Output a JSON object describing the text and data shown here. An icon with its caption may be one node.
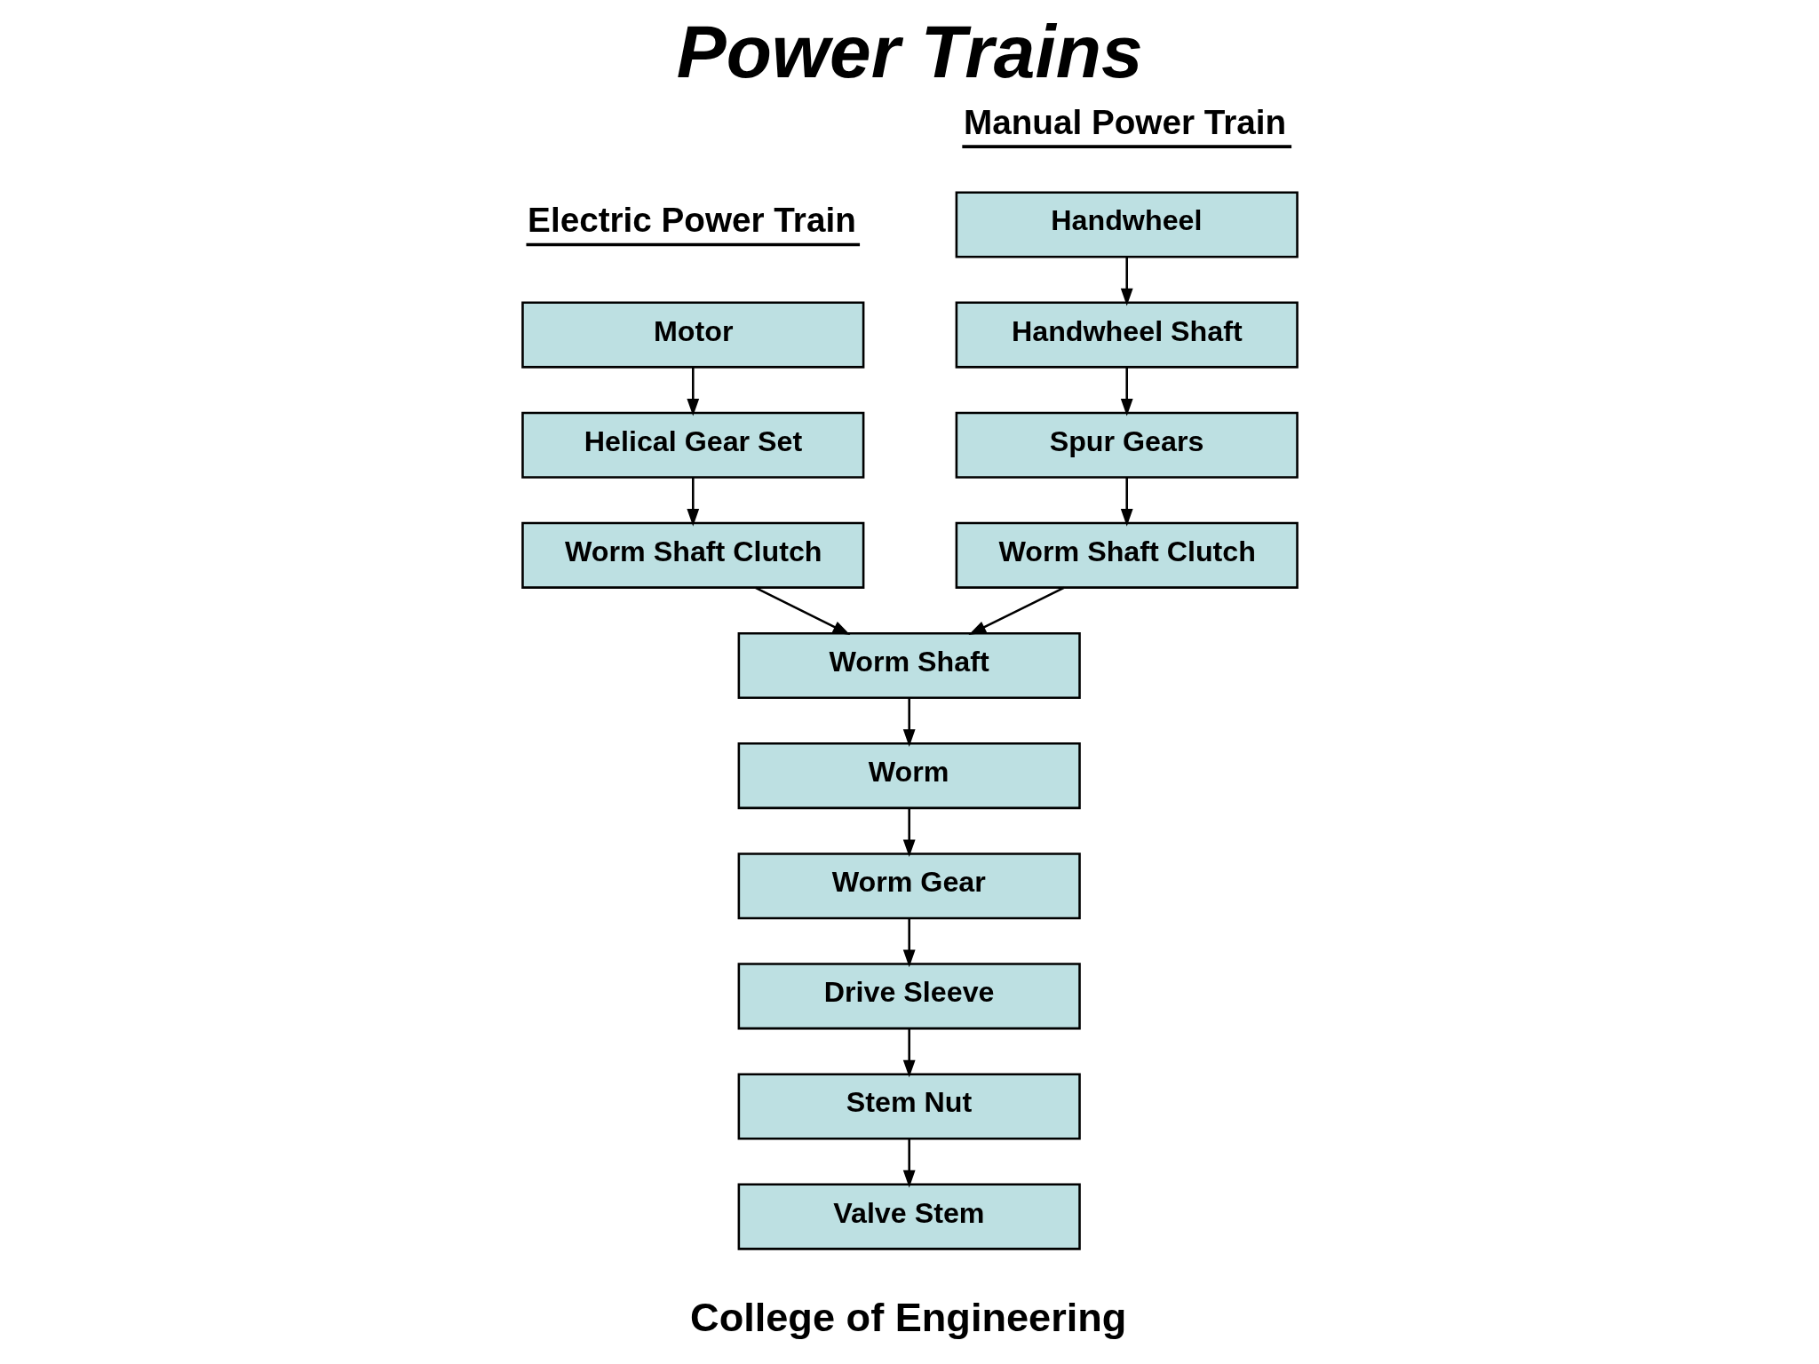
{
  "diagram": {
    "title": "Power Trains",
    "nodes": [
      {
        "text": [
          "Motor"
        ]
      },
      {
        "text": [
          "Helical Gear Set"
        ]
      },
      {
        "text": [
          "Worm Shaft Clutch"
        ]
      },
      {
        "text": [
          "Handwheel"
        ]
      },
      {
        "text": [
          "Handwheel Shaft"
        ]
      },
      {
        "text": [
          "Spur Gears"
        ]
      },
      {
        "text": [
          "Worm Shaft Clutch"
        ]
      },
      {
        "text": [
          "Worm Shaft"
        ]
      },
      {
        "text": [
          "Worm"
        ]
      },
      {
        "text": [
          "Worm Gear"
        ]
      },
      {
        "text": [
          "Drive Sleeve"
        ]
      },
      {
        "text": [
          "Stem Nut"
        ]
      },
      {
        "text": [
          "Valve Stem"
        ]
      }
    ],
    "edges": [
      {
        "from": 0,
        "to": 1,
        "arrow": "to"
      },
      {
        "from": 1,
        "to": 2,
        "arrow": "to"
      },
      {
        "from": 3,
        "to": 4,
        "arrow": "to"
      },
      {
        "from": 4,
        "to": 5,
        "arrow": "to"
      },
      {
        "from": 5,
        "to": 6,
        "arrow": "to"
      },
      {
        "from": 2,
        "to": 7,
        "arrow": "to"
      },
      {
        "from": 6,
        "to": 7,
        "arrow": "to"
      },
      {
        "from": 7,
        "to": 8,
        "arrow": "to"
      },
      {
        "from": 8,
        "to": 9,
        "arrow": "to"
      },
      {
        "from": 9,
        "to": 10,
        "arrow": "to"
      },
      {
        "from": 10,
        "to": 11,
        "arrow": "to"
      },
      {
        "from": 11,
        "to": 12,
        "arrow": "to"
      }
    ],
    "labels": [
      "Manual Power Train",
      "Electric Power Train",
      "College of Engineering"
    ]
  }
}
